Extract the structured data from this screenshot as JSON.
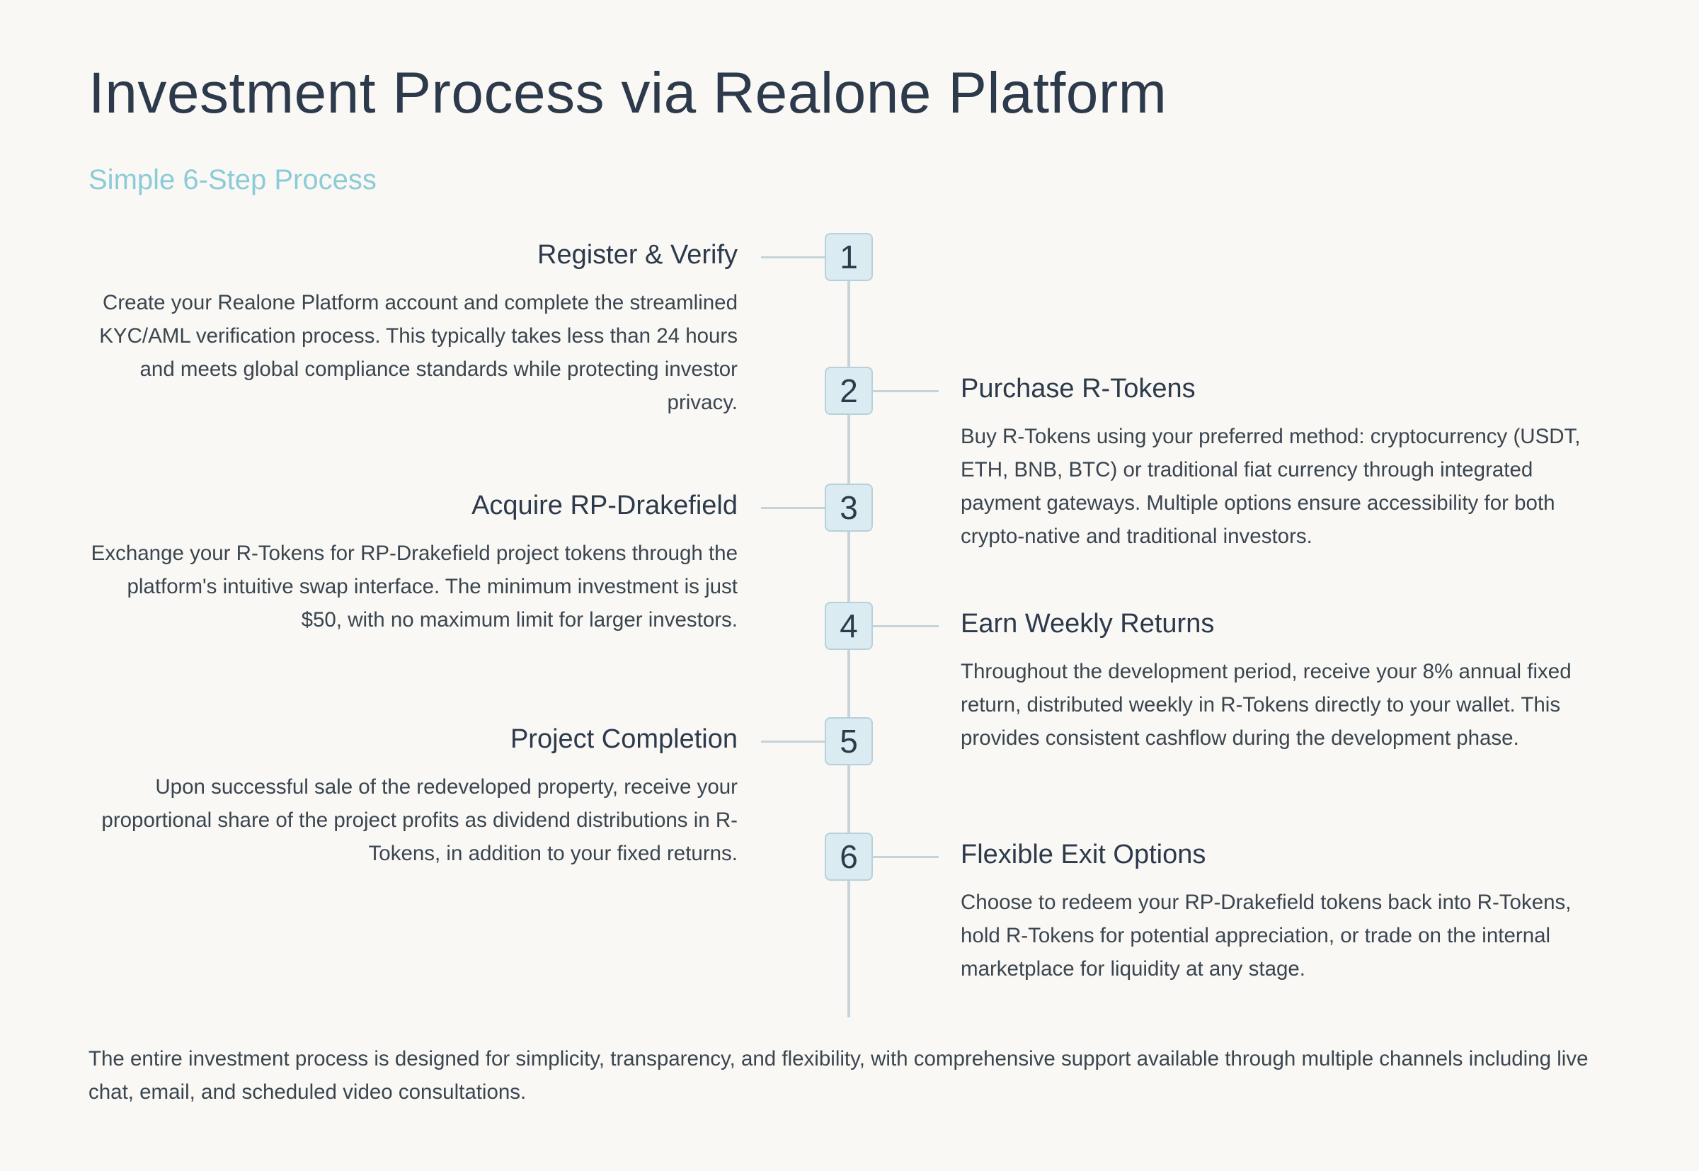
{
  "page": {
    "title": "Investment Process via Realone Platform",
    "subtitle": "Simple 6-Step Process",
    "footer": "The entire investment process is designed for simplicity, transparency, and flexibility, with comprehensive support available through multiple channels including live chat, email, and scheduled video consultations."
  },
  "steps": [
    {
      "number": "1",
      "side": "left",
      "title": "Register & Verify",
      "description": "Create your Realone Platform account and complete the streamlined KYC/AML verification process. This typically takes less than 24 hours and meets global compliance standards while protecting investor privacy."
    },
    {
      "number": "2",
      "side": "right",
      "title": "Purchase R-Tokens",
      "description": "Buy R-Tokens using your preferred method: cryptocurrency (USDT, ETH, BNB, BTC) or traditional fiat currency through integrated payment gateways. Multiple options ensure accessibility for both crypto-native and traditional investors."
    },
    {
      "number": "3",
      "side": "left",
      "title": "Acquire RP-Drakefield",
      "description": "Exchange your R-Tokens for RP-Drakefield project tokens through the platform's intuitive swap interface. The minimum investment is just $50, with no maximum limit for larger investors."
    },
    {
      "number": "4",
      "side": "right",
      "title": "Earn Weekly Returns",
      "description": "Throughout the development period, receive your 8% annual fixed return, distributed weekly in R-Tokens directly to your wallet. This provides consistent cashflow during the development phase."
    },
    {
      "number": "5",
      "side": "left",
      "title": "Project Completion",
      "description": "Upon successful sale of the redeveloped property, receive your proportional share of the project profits as dividend distributions in R-Tokens, in addition to your fixed returns."
    },
    {
      "number": "6",
      "side": "right",
      "title": "Flexible Exit Options",
      "description": "Choose to redeem your RP-Drakefield tokens back into R-Tokens, hold R-Tokens for potential appreciation, or trade on the internal marketplace for liquidity at any stage."
    }
  ],
  "colors": {
    "background": "#f9f8f4",
    "title": "#2d3a4c",
    "subtitle": "#8ccbd8",
    "badge_fill": "#daecf2",
    "timeline": "#c5d4da"
  }
}
